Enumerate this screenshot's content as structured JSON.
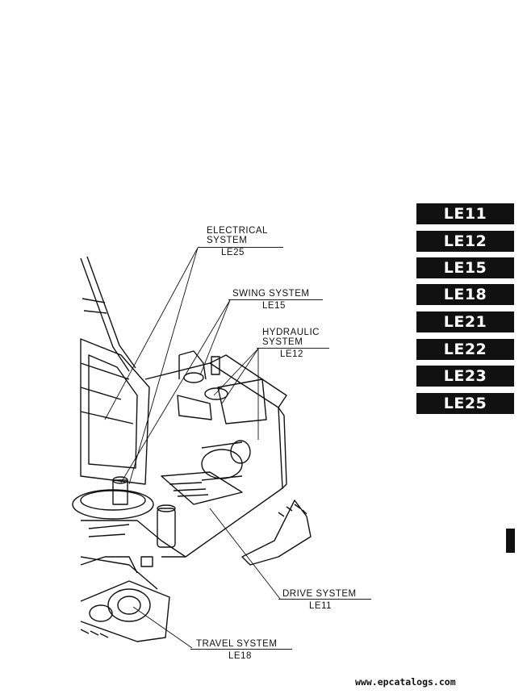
{
  "tabs": [
    "LE11",
    "LE12",
    "LE15",
    "LE18",
    "LE21",
    "LE22",
    "LE23",
    "LE25"
  ],
  "callouts": {
    "electrical": {
      "line1": "ELECTRICAL",
      "line2": "SYSTEM",
      "code": "LE25"
    },
    "swing": {
      "line1": "SWING SYSTEM",
      "code": "LE15"
    },
    "hydraulic": {
      "line1": "HYDRAULIC",
      "line2": "SYSTEM",
      "code": "LE12"
    },
    "drive": {
      "line1": "DRIVE SYSTEM",
      "code": "LE11"
    },
    "travel": {
      "line1": "TRAVEL SYSTEM",
      "code": "LE18"
    }
  },
  "footer": {
    "watermark": "www.epcatalogs.com"
  }
}
